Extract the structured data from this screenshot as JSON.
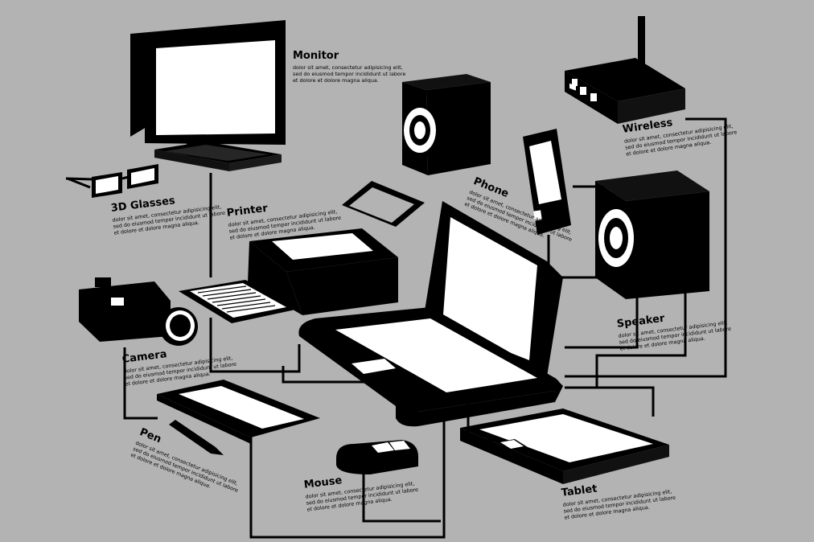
{
  "devices": [
    {
      "key": "monitor",
      "title": "Monitor",
      "desc": "dolor sit amet, consectetur adipisicing elit,\nsed do eiusmod tempor incididunt ut labore\net dolore et dolore magna aliqua."
    },
    {
      "key": "wireless",
      "title": "Wireless",
      "desc": "dolor sit amet, consectetur adipisicing elit,\nsed do eiusmod tempor incididunt ut labore\net dolore et dolore magna aliqua."
    },
    {
      "key": "phone",
      "title": "Phone",
      "desc": "dolor sit amet, consectetur adipisicing elit,\nsed do eiusmod tempor incididunt ut labore\net dolore et dolore magna aliqua."
    },
    {
      "key": "glasses",
      "title": "3D Glasses",
      "desc": "dolor sit amet, consectetur adipisicing elit,\nsed do eiusmod tempor incididunt ut labore\net dolore et dolore magna aliqua."
    },
    {
      "key": "printer",
      "title": "Printer",
      "desc": "dolor sit amet, consectetur adipisicing elit,\nsed do eiusmod tempor incididunt ut labore\net dolore et dolore magna aliqua."
    },
    {
      "key": "speaker",
      "title": "Speaker",
      "desc": "dolor sit amet, consectetur adipisicing elit,\nsed do eiusmod tempor incididunt ut labore\net dolore et dolore magna aliqua."
    },
    {
      "key": "camera",
      "title": "Camera",
      "desc": "dolor sit amet, consectetur adipisicing elit,\nsed do eiusmod tempor incididunt ut labore\net dolore et dolore magna aliqua."
    },
    {
      "key": "pen",
      "title": "Pen",
      "desc": "dolor sit amet, consectetur adipisicing elit,\nsed do eiusmod tempor incididunt ut labore\net dolore et dolore magna aliqua."
    },
    {
      "key": "mouse",
      "title": "Mouse",
      "desc": "dolor sit amet, consectetur adipisicing elit,\nsed do eiusmod tempor incididunt ut labore\net dolore et dolore magna aliqua."
    },
    {
      "key": "tablet",
      "title": "Tablet",
      "desc": "dolor sit amet, consectetur adipisicing elit,\nsed do eiusmod tempor incididunt ut labore\net dolore et dolore magna aliqua."
    }
  ],
  "colors": {
    "background": "#b3b3b3",
    "ink": "#000000",
    "screen": "#ffffff",
    "connector": "#000000"
  }
}
